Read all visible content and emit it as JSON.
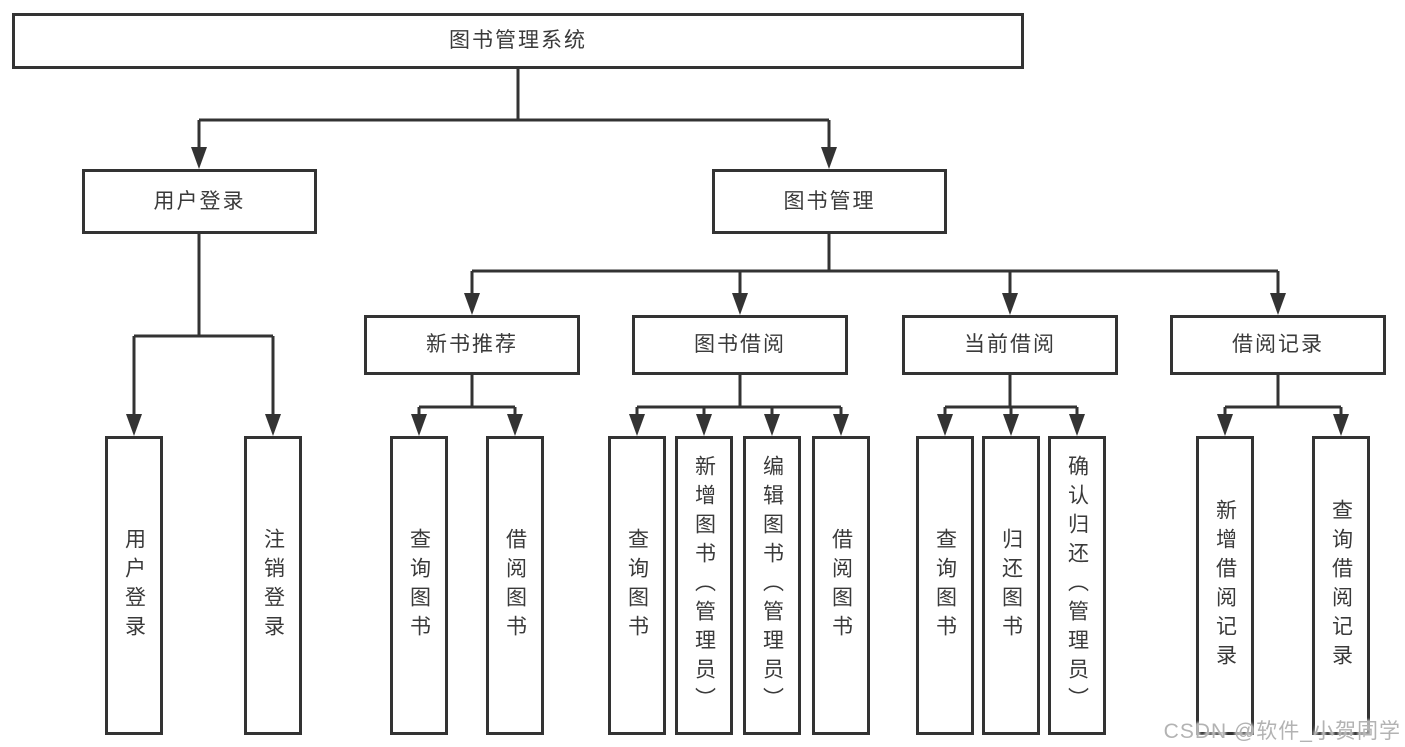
{
  "diagram": {
    "root": {
      "label": "图书管理系统"
    },
    "branches": [
      {
        "label": "用户登录",
        "children": [
          {
            "label": "用户登录"
          },
          {
            "label": "注销登录"
          }
        ]
      },
      {
        "label": "图书管理",
        "children": [
          {
            "label": "新书推荐",
            "children": [
              {
                "label": "查询图书"
              },
              {
                "label": "借阅图书"
              }
            ]
          },
          {
            "label": "图书借阅",
            "children": [
              {
                "label": "查询图书"
              },
              {
                "label": "新增图书（管理员）"
              },
              {
                "label": "编辑图书（管理员）"
              },
              {
                "label": "借阅图书"
              }
            ]
          },
          {
            "label": "当前借阅",
            "children": [
              {
                "label": "查询图书"
              },
              {
                "label": "归还图书"
              },
              {
                "label": "确认归还（管理员）"
              }
            ]
          },
          {
            "label": "借阅记录",
            "children": [
              {
                "label": "新增借阅记录"
              },
              {
                "label": "查询借阅记录"
              }
            ]
          }
        ]
      }
    ]
  },
  "watermark": {
    "text": "CSDN @软件_小贺同学"
  },
  "colors": {
    "line": "#333333",
    "box_border": "#333333",
    "box_fill": "#ffffff",
    "text": "#3a3a3a",
    "watermark": "#b3b3b3"
  }
}
